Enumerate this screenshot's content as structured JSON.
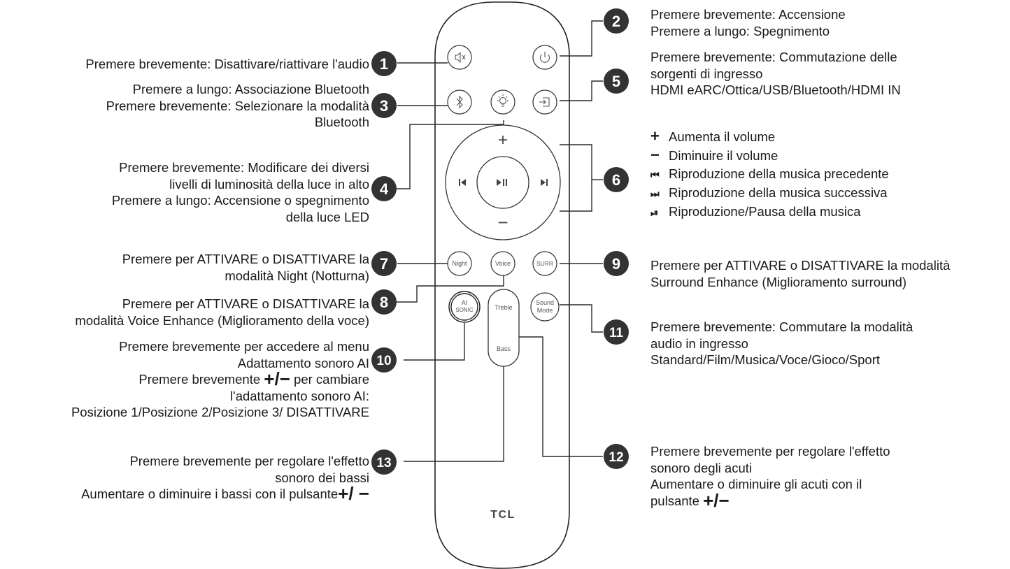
{
  "remote": {
    "brand": "TCL",
    "labels": {
      "night": "Night",
      "voice": "Voice",
      "surr": "SURR",
      "ai_line1": "AI",
      "ai_line2": "SONIC",
      "sound_line1": "Sound",
      "sound_line2": "Mode",
      "treble": "Treble",
      "bass": "Bass",
      "plus": "+",
      "minus": "−"
    }
  },
  "callouts": {
    "n1": "1",
    "n2": "2",
    "n3": "3",
    "n4": "4",
    "n5": "5",
    "n6": "6",
    "n7": "7",
    "n8": "8",
    "n9": "9",
    "n10": "10",
    "n11": "11",
    "n12": "12",
    "n13": "13"
  },
  "text": {
    "c1": [
      "Premere brevemente: Disattivare/riattivare l'audio"
    ],
    "c2": [
      "Premere brevemente: Accensione",
      "Premere a lungo: Spegnimento"
    ],
    "c3": [
      "Premere a lungo: Associazione Bluetooth",
      "Premere brevemente: Selezionare la modalità",
      "Bluetooth"
    ],
    "c4": [
      "Premere brevemente: Modificare dei diversi",
      "livelli di luminosità della luce in alto",
      "Premere a lungo: Accensione o spegnimento",
      "della luce LED"
    ],
    "c5": [
      "Premere brevemente: Commutazione delle",
      "sorgenti di ingresso",
      "HDMI eARC/Ottica/USB/Bluetooth/HDMI IN"
    ],
    "c6": [
      {
        "symbol": "+",
        "text": "Aumenta il volume"
      },
      {
        "symbol": "−",
        "text": "Diminuire il volume"
      },
      {
        "symbol": "⏮",
        "text": "Riproduzione della musica precedente"
      },
      {
        "symbol": "⏭",
        "text": "Riproduzione della musica successiva"
      },
      {
        "symbol": "⏯",
        "text": "Riproduzione/Pausa della musica"
      }
    ],
    "c7": [
      "Premere per ATTIVARE o DISATTIVARE la",
      "modalità Night (Notturna)"
    ],
    "c8": [
      "Premere per ATTIVARE o DISATTIVARE la",
      "modalità Voice Enhance (Miglioramento della voce)"
    ],
    "c9": [
      "Premere per ATTIVARE o DISATTIVARE la modalità",
      "Surround Enhance (Miglioramento surround)"
    ],
    "c10": {
      "l1": "Premere brevemente per accedere al menu",
      "l2": "Adattamento sonoro AI",
      "l3a": "Premere brevemente ",
      "l3pm": "+/−",
      "l3b": " per cambiare",
      "l4": "l'adattamento sonoro AI:",
      "l5": "Posizione 1/Posizione 2/Posizione 3/ DISATTIVARE"
    },
    "c11": [
      "Premere brevemente: Commutare la modalità",
      "audio in ingresso",
      "Standard/Film/Musica/Voce/Gioco/Sport"
    ],
    "c12": {
      "l1": "Premere brevemente per regolare l'effetto",
      "l2": "sonoro degli acuti",
      "l3": "Aumentare o diminuire gli acuti con il",
      "l4a": "pulsante ",
      "l4pm": "+/−"
    },
    "c13": {
      "l1": "Premere brevemente per regolare l'effetto",
      "l2": "sonoro dei bassi",
      "l3a": "Aumentare o diminuire i bassi con il pulsante",
      "l3pm": "+/ −"
    }
  },
  "colors": {
    "ink": "#1a1a1a",
    "line": "#2a2a2a",
    "badge": "#333333",
    "button_text": "#555555"
  }
}
